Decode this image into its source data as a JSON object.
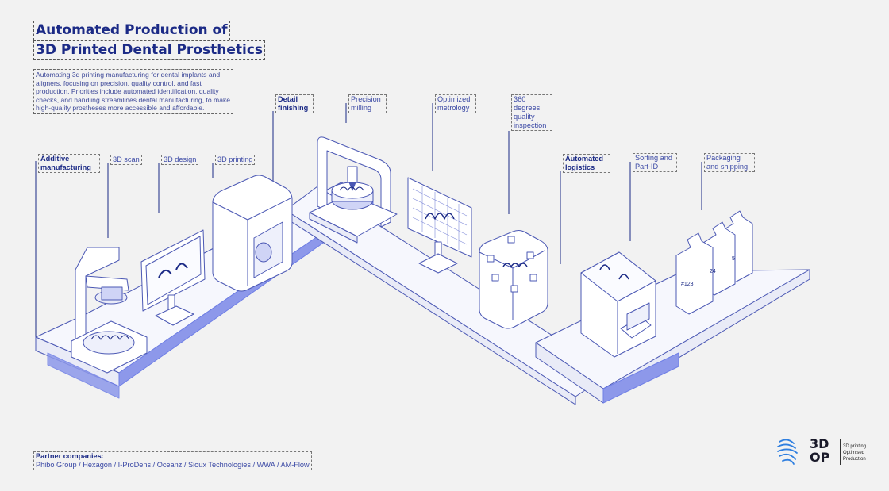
{
  "title": {
    "line1": "Automated Production of",
    "line2": "3D Printed Dental Prosthetics"
  },
  "description": "Automating 3d printing manufacturing for dental implants and aligners, focusing on precision, quality control, and fast production. Priorities include automated identification, quality checks, and handling streamlines dental manufacturing, to make high-quality prostheses more accessible and affordable.",
  "steps": {
    "additive": "Additive manufacturing",
    "scan": "3D scan",
    "design": "3D design",
    "printing": "3D printing",
    "detail": "Detail finishing",
    "milling": "Precision milling",
    "metrology": "Optimized metrology",
    "inspection": "360 degrees quality inspection",
    "logistics": "Automated logistics",
    "sorting": "Sorting and Part-ID",
    "packaging": "Packaging and shipping"
  },
  "partners": {
    "heading": "Partner companies:",
    "list": "Phibo Group  /  Hexagon  /  I-ProDens  /  Oceanz  /  Sioux Technologies  /  WWA  /  AM-Flow"
  },
  "logo": {
    "line1": "3D",
    "line2": "OP",
    "tag1": "3D printing",
    "tag2": "Optimised",
    "tag3": "Production"
  },
  "package_labels": {
    "p1": "#123",
    "p2": "24",
    "p3": "5"
  },
  "colors": {
    "background": "#f2f2f2",
    "ink": "#1b2a86",
    "line": "#5561b8",
    "accent": "#6f7fe6",
    "fill_light": "#eef0fb"
  }
}
